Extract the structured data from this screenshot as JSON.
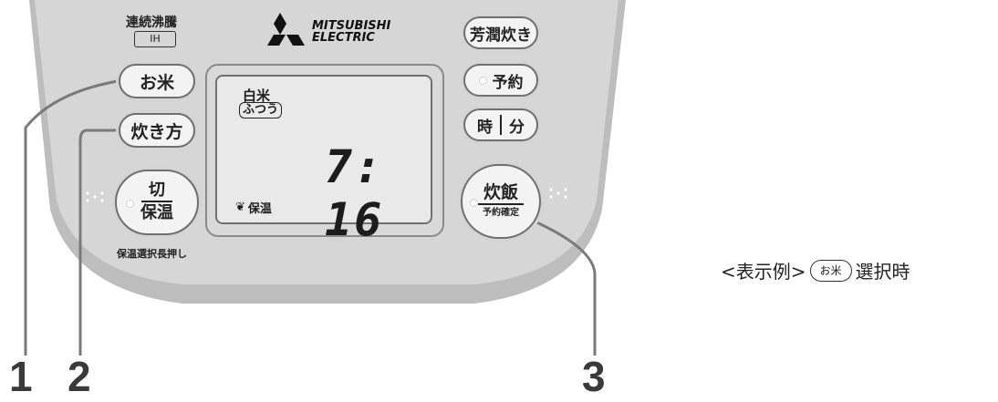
{
  "panel": {
    "ih_label": "連続沸騰",
    "ih_mark": "IH",
    "keep_warm_note": "保温選択長押し"
  },
  "brand": {
    "line1": "MITSUBISHI",
    "line2": "ELECTRIC"
  },
  "buttons": {
    "rice": "お米",
    "cooking_style": "炊き方",
    "off_upper": "切",
    "off_lower": "保温",
    "aroma": "芳潤炊き",
    "timer": "予約",
    "hour": "時",
    "minute": "分",
    "cook_upper": "炊飯",
    "cook_lower": "予約確定"
  },
  "display": {
    "rice_type": "白米",
    "mode": "ふつう",
    "time": "7: 16",
    "keep_warm": "保温"
  },
  "callouts": [
    "1",
    "2",
    "3"
  ],
  "caption": {
    "prefix": "<表示例>",
    "button": "お米",
    "suffix": "選択時"
  },
  "colors": {
    "panel_face": "#d6d6d6",
    "panel_edge": "#bdbdbd",
    "leader_line": "#7a7a7a"
  }
}
